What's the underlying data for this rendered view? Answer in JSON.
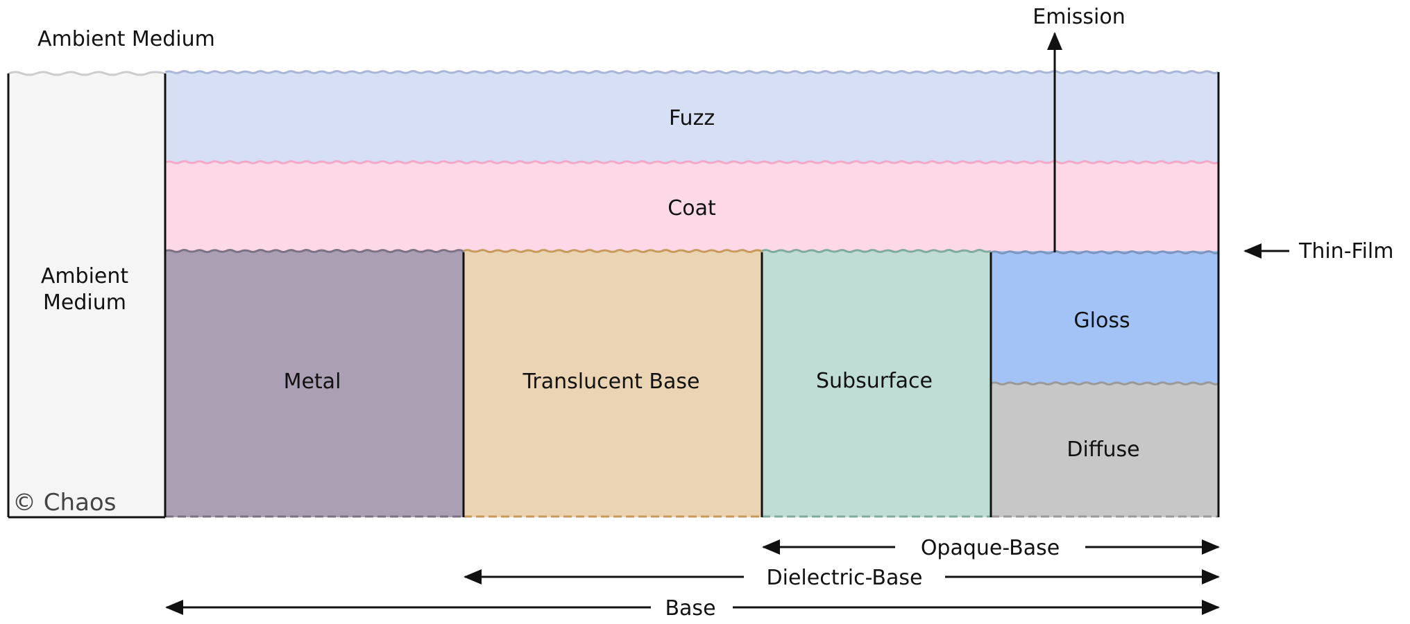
{
  "labels": {
    "ambient_top": "Ambient Medium",
    "ambient_side_line1": "Ambient",
    "ambient_side_line2": "Medium",
    "copyright": "© Chaos",
    "fuzz": "Fuzz",
    "coat": "Coat",
    "metal": "Metal",
    "translucent_base": "Translucent Base",
    "subsurface": "Subsurface",
    "gloss": "Gloss",
    "diffuse": "Diffuse",
    "emission": "Emission",
    "thin_film": "Thin-Film",
    "opaque_base": "Opaque-Base",
    "dielectric_base": "Dielectric-Base",
    "base": "Base"
  },
  "colors": {
    "ambient": "#f5f5f5",
    "fuzz": "#d6dff3",
    "fuzz_edge": "#a9b6d6",
    "coat": "#fdd9e8",
    "coat_edge": "#f2a8c6",
    "metal": "#aba0b3",
    "metal_edge": "#7c7285",
    "translucent": "#ebd4b3",
    "translucent_edge": "#c79a5c",
    "subsurface": "#bfdcd5",
    "subsurface_edge": "#7fab9f",
    "gloss": "#a3c3f7",
    "gloss_edge": "#7d95bb",
    "diffuse": "#c7c7c7",
    "diffuse_edge": "#999999",
    "ambient_edge": "#cccccc"
  }
}
